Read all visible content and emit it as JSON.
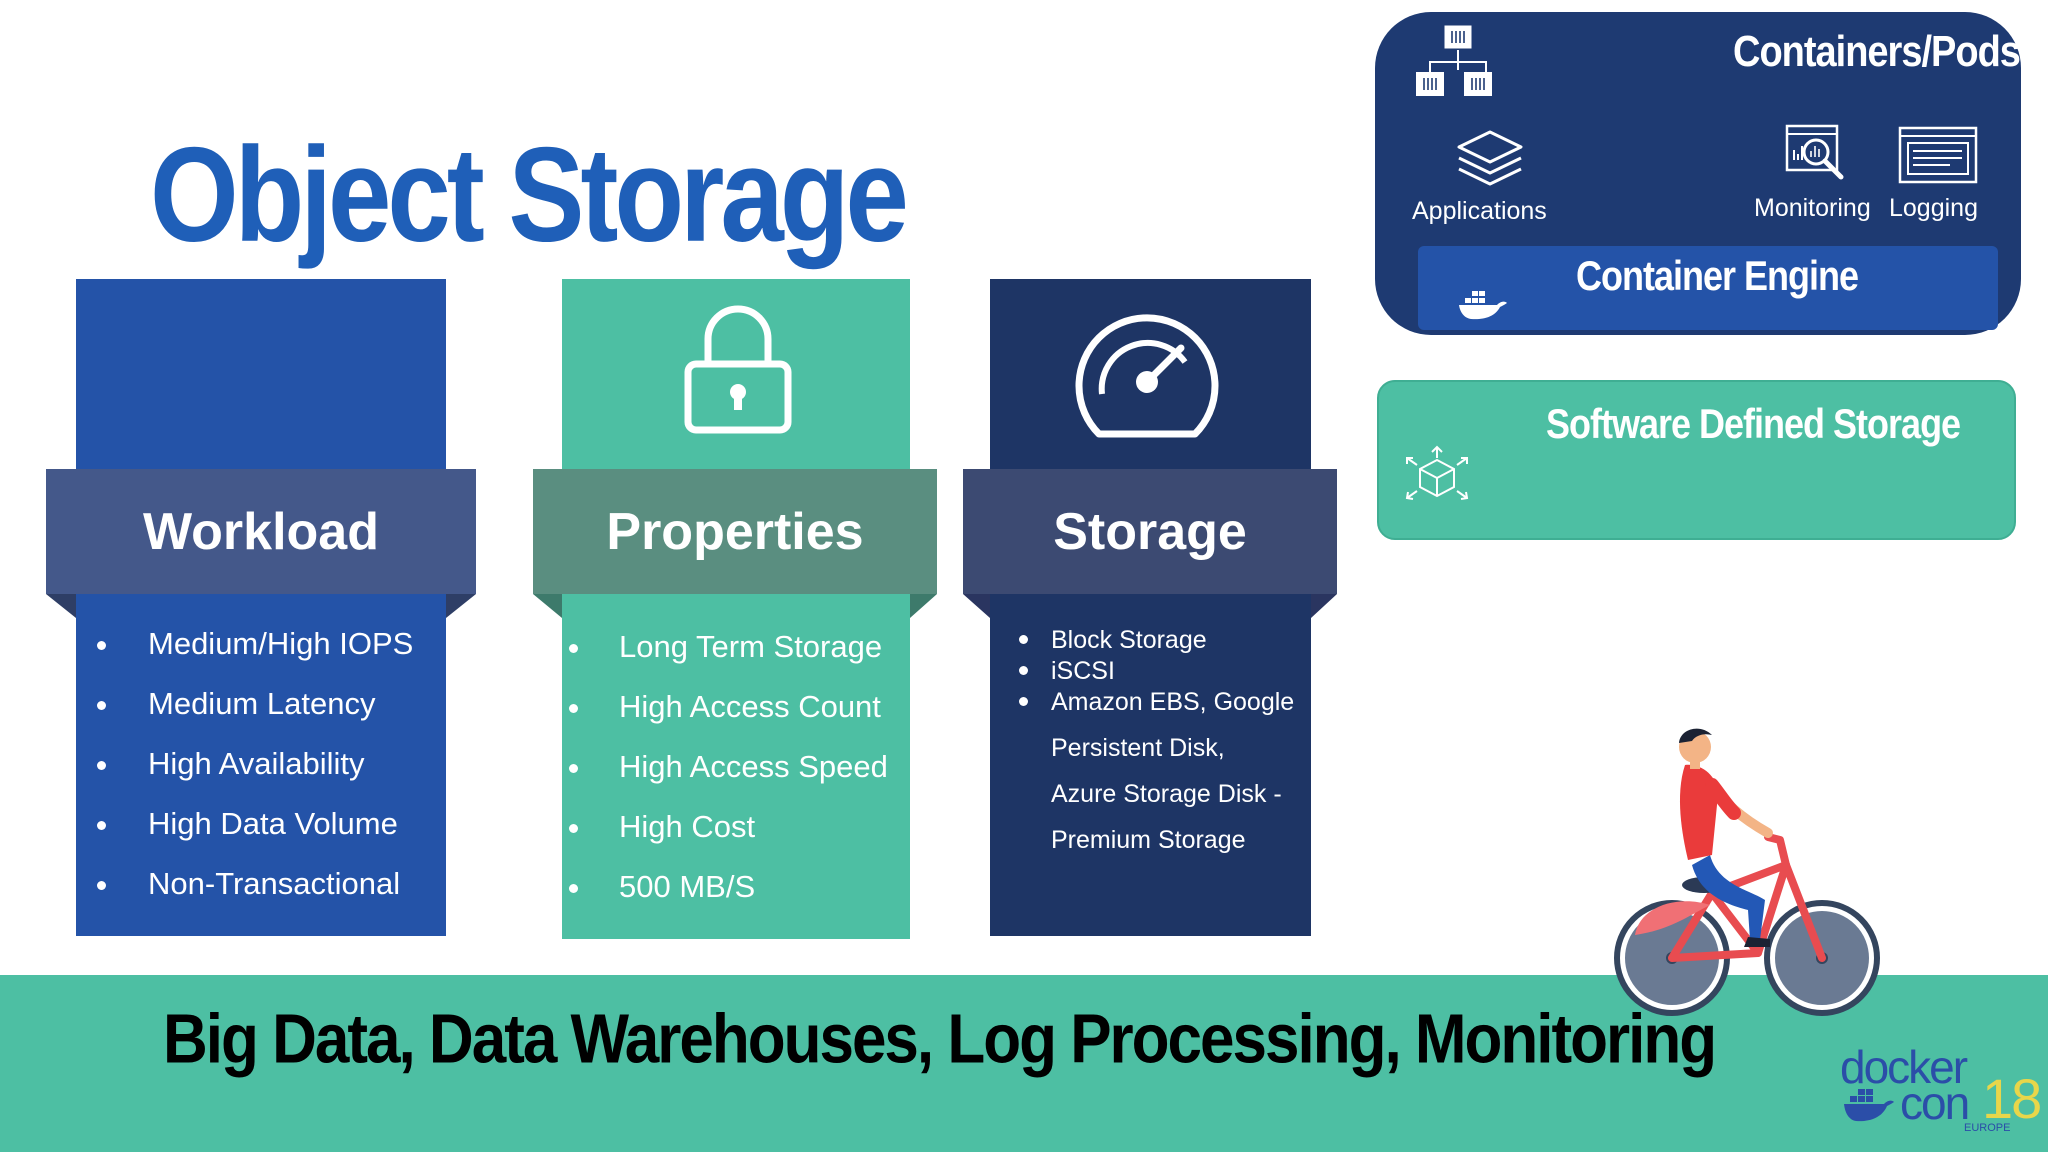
{
  "slide": {
    "title": "Object Storage",
    "columns": [
      {
        "heading": "Workload",
        "items": [
          "Medium/High IOPS",
          "Medium Latency",
          "High Availability",
          "High Data Volume",
          "Non-Transactional"
        ]
      },
      {
        "heading": "Properties",
        "items": [
          "Long Term Storage",
          "High Access Count",
          "High Access Speed",
          "High Cost",
          "500 MB/S"
        ]
      },
      {
        "heading": "Storage",
        "items": [
          "Block Storage",
          "iSCSI",
          "Amazon EBS, Google",
          "Persistent Disk,",
          "Azure Storage Disk -",
          "Premium Storage"
        ]
      }
    ],
    "bottom_banner": "Big Data, Data Warehouses, Log Processing, Monitoring"
  },
  "diagram": {
    "containers_title": "Containers/Pods",
    "applications_label": "Applications",
    "monitoring_label": "Monitoring",
    "logging_label": "Logging",
    "engine_label": "Container Engine",
    "sds_label": "Software Defined Storage"
  },
  "logo": {
    "line1": "docker",
    "line2": "con",
    "year": "18",
    "region": "EUROPE"
  },
  "colors": {
    "workload_blue": "#2453a8",
    "properties_teal": "#4dbfa3",
    "storage_navy": "#1e3565",
    "title_blue": "#1f5fb8"
  }
}
